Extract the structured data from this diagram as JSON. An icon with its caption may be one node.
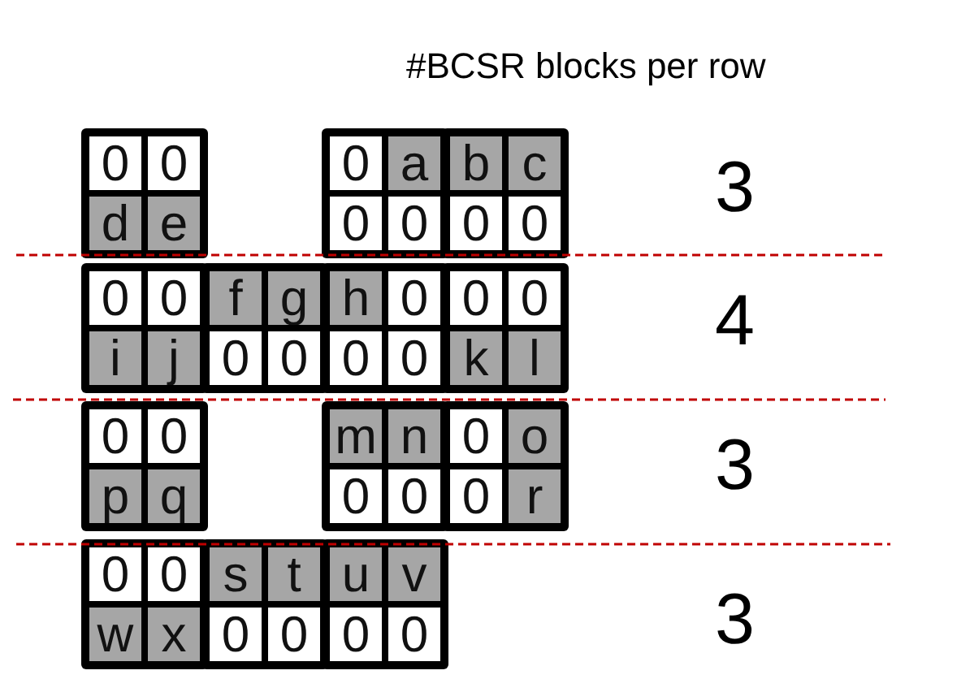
{
  "diagram": {
    "title": "#BCSR blocks per row",
    "nodes": [
      {
        "text": [
          "0",
          "0",
          "d",
          "e"
        ]
      },
      {
        "text": [
          "0",
          "a",
          "0",
          "0"
        ]
      },
      {
        "text": [
          "b",
          "c",
          "0",
          "0"
        ]
      },
      {
        "text": [
          "0",
          "0",
          "i",
          "j"
        ]
      },
      {
        "text": [
          "f",
          "g",
          "0",
          "0"
        ]
      },
      {
        "text": [
          "h",
          "0",
          "0",
          "0"
        ]
      },
      {
        "text": [
          "0",
          "0",
          "k",
          "l"
        ]
      },
      {
        "text": [
          "0",
          "0",
          "p",
          "q"
        ]
      },
      {
        "text": [
          "m",
          "n",
          "0",
          "0"
        ]
      },
      {
        "text": [
          "0",
          "o",
          "0",
          "r"
        ]
      },
      {
        "text": [
          "0",
          "0",
          "w",
          "x"
        ]
      },
      {
        "text": [
          "s",
          "t",
          "0",
          "0"
        ]
      },
      {
        "text": [
          "u",
          "v",
          "0",
          "0"
        ]
      }
    ],
    "labels": [
      "3",
      "4",
      "3",
      "3"
    ]
  }
}
